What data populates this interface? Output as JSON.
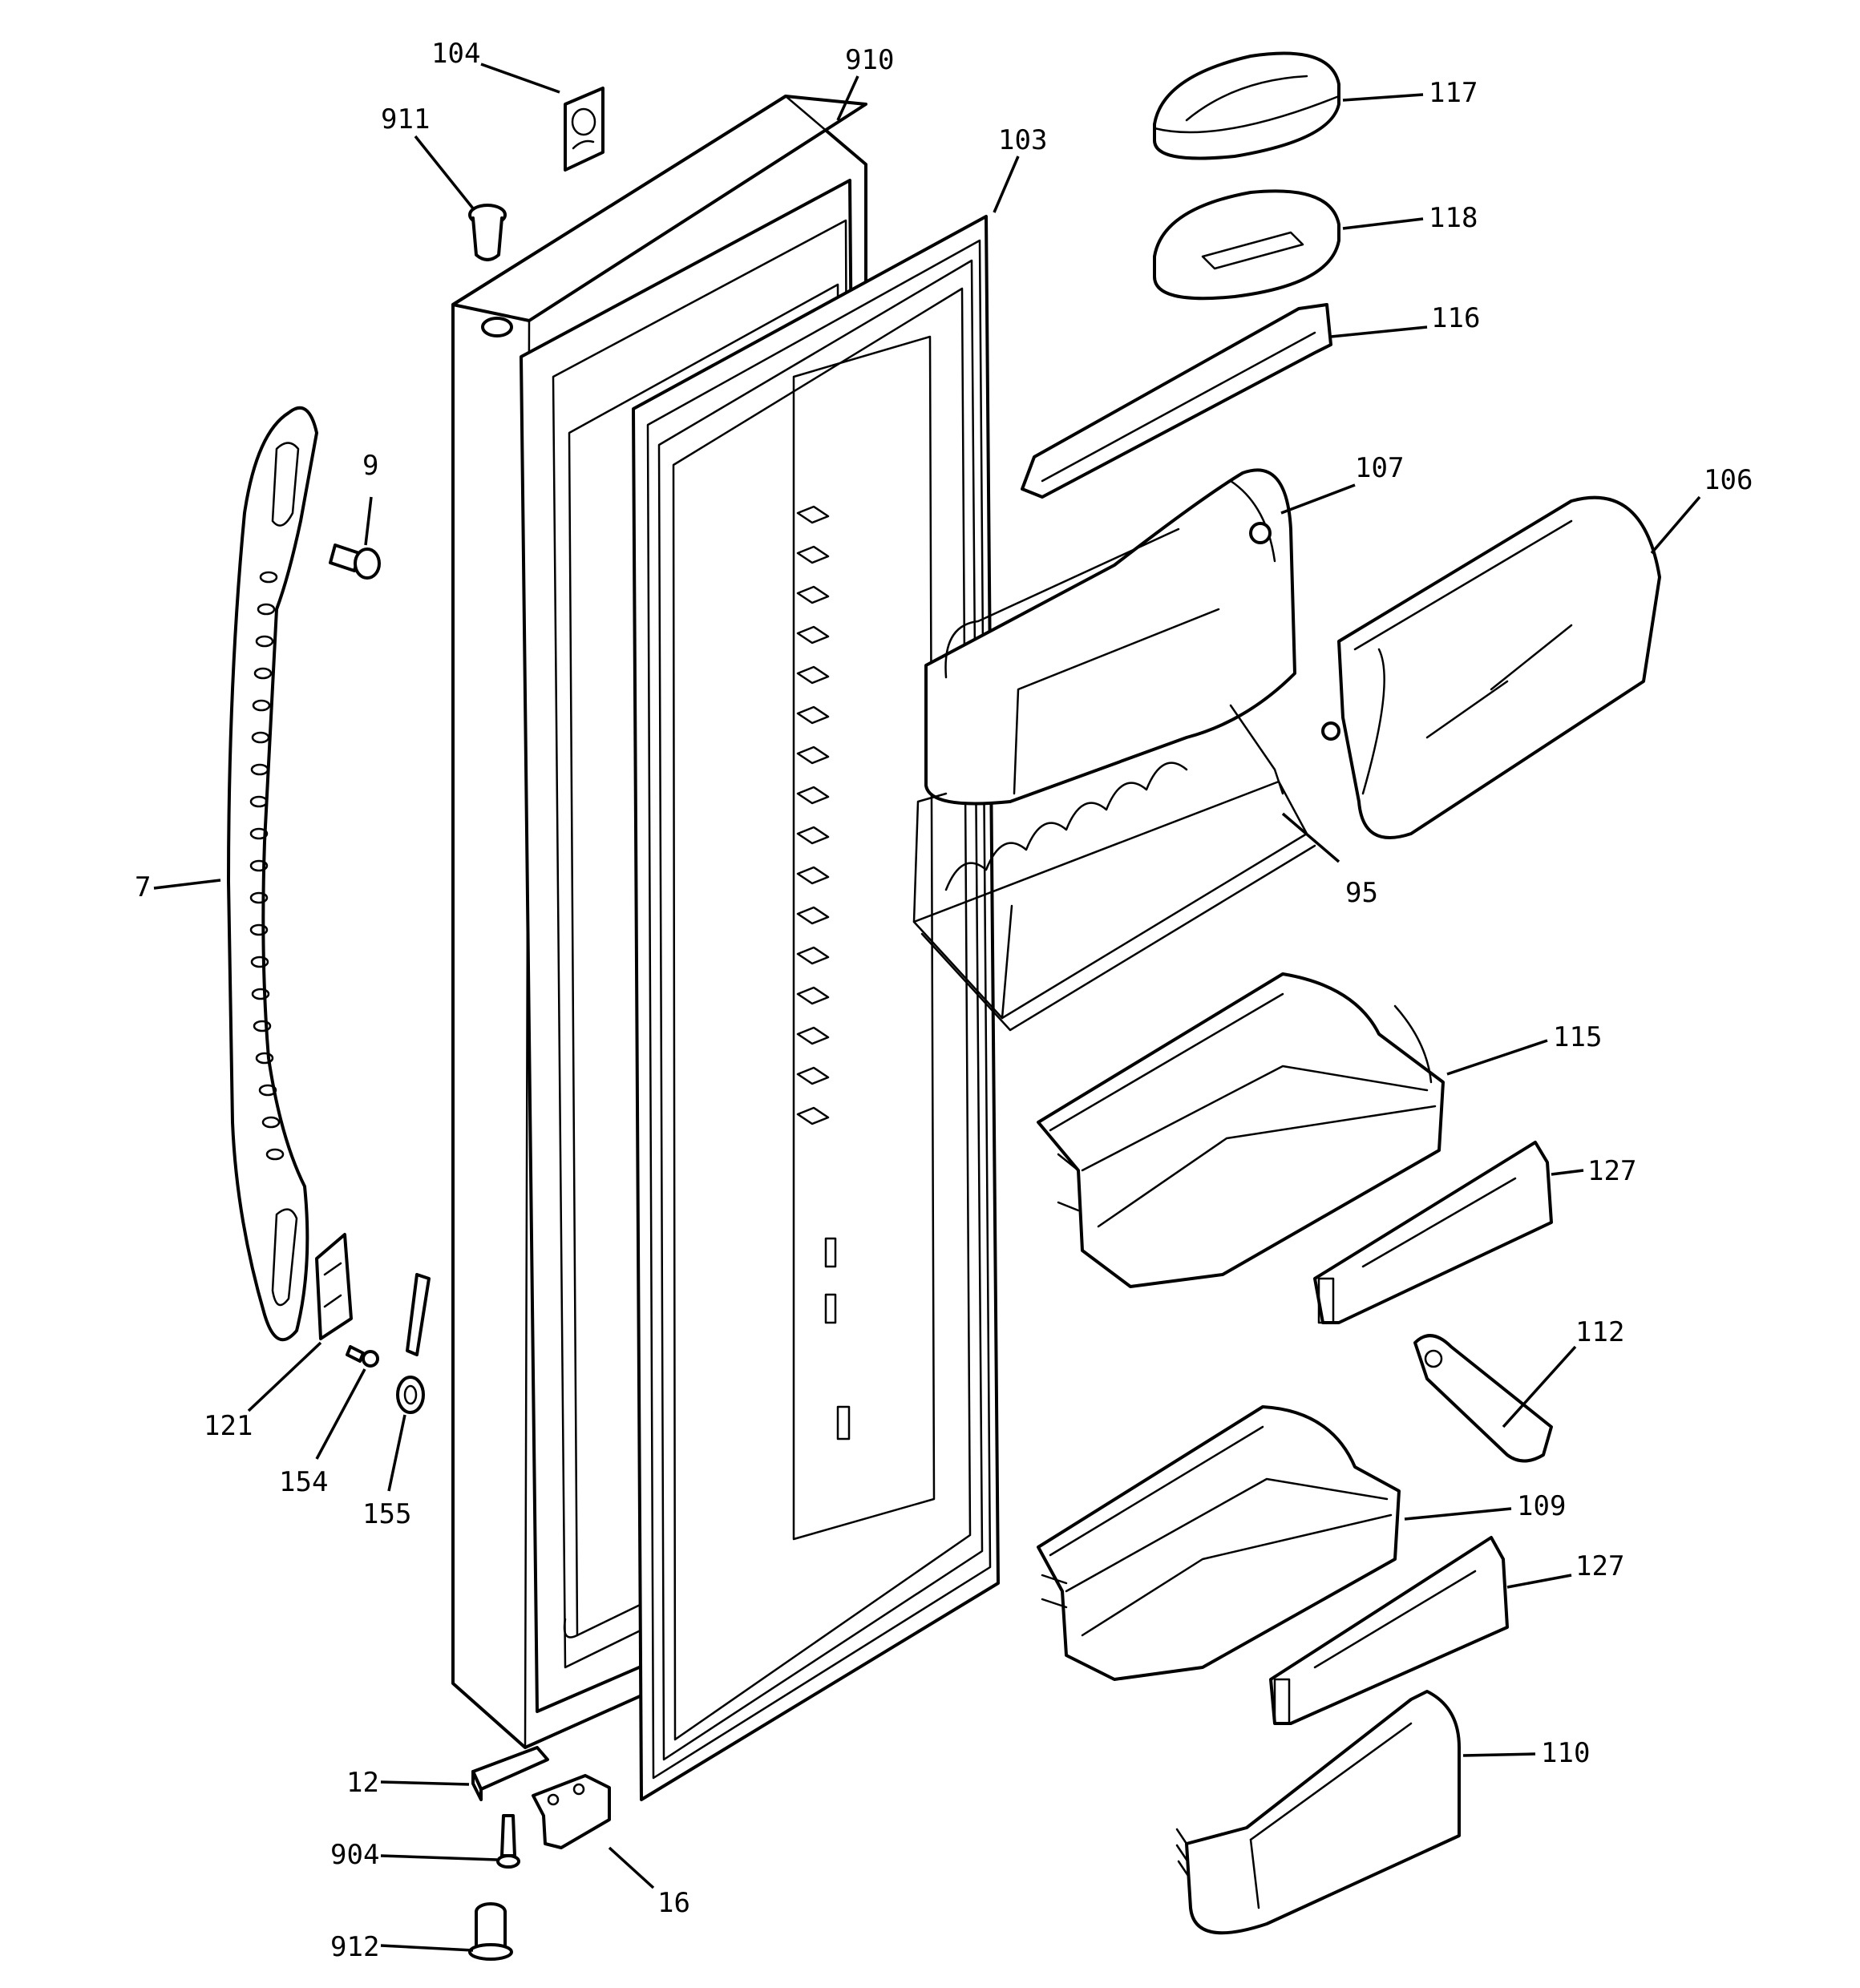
{
  "diagram": {
    "callouts": [
      {
        "id": "104",
        "label": "104"
      },
      {
        "id": "910",
        "label": "910"
      },
      {
        "id": "911",
        "label": "911"
      },
      {
        "id": "103",
        "label": "103"
      },
      {
        "id": "117",
        "label": "117"
      },
      {
        "id": "118",
        "label": "118"
      },
      {
        "id": "116",
        "label": "116"
      },
      {
        "id": "9",
        "label": "9"
      },
      {
        "id": "107",
        "label": "107"
      },
      {
        "id": "106",
        "label": "106"
      },
      {
        "id": "7",
        "label": "7"
      },
      {
        "id": "95",
        "label": "95"
      },
      {
        "id": "115",
        "label": "115"
      },
      {
        "id": "127a",
        "label": "127"
      },
      {
        "id": "112",
        "label": "112"
      },
      {
        "id": "121",
        "label": "121"
      },
      {
        "id": "154",
        "label": "154"
      },
      {
        "id": "155",
        "label": "155"
      },
      {
        "id": "109",
        "label": "109"
      },
      {
        "id": "127b",
        "label": "127"
      },
      {
        "id": "110",
        "label": "110"
      },
      {
        "id": "12",
        "label": "12"
      },
      {
        "id": "904",
        "label": "904"
      },
      {
        "id": "16",
        "label": "16"
      },
      {
        "id": "912",
        "label": "912"
      }
    ]
  }
}
